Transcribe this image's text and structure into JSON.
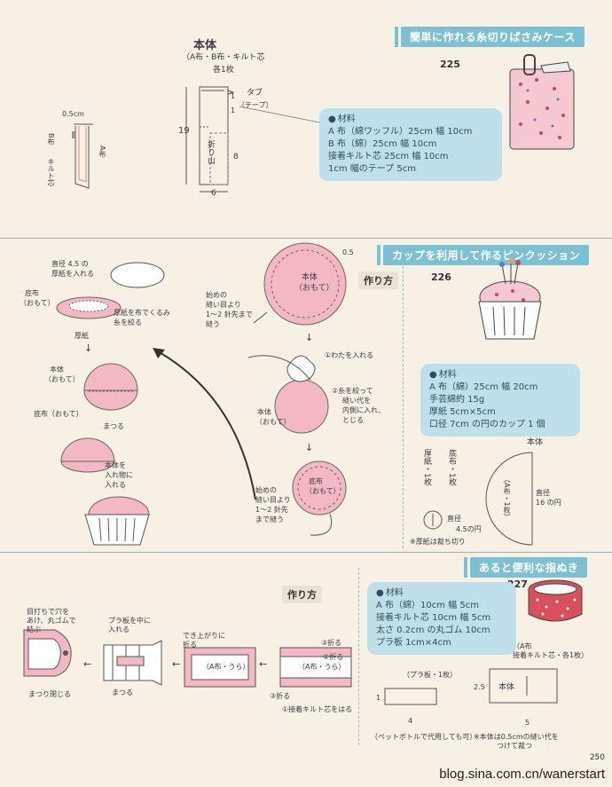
{
  "colors": {
    "accent": "#7cc0d4",
    "materials_bg": "#bfe0ea",
    "pink": "#f3b8c4",
    "paper": "#f6f1e4"
  },
  "section1": {
    "header": "簡単に作れる糸切りばさみケース",
    "number": "225",
    "pattern_title": "本体",
    "pattern_sub1": "（A布・B布・キルト芯",
    "pattern_sub2": "各1枚",
    "tab_label": "タブ",
    "tab_sub": "（テープ）",
    "fold_label": "折り山",
    "dims": {
      "h": "19",
      "w": "6",
      "side": "8",
      "one_a": "1",
      "one_b": "1"
    },
    "cross": {
      "top": "0.5cm",
      "b": "B布",
      "quilt": "キルト芯",
      "a": "A布"
    },
    "materials": {
      "title": "材料",
      "items": [
        "A 布（綿ワッフル）25cm 幅 10cm",
        "B 布（綿）25cm 幅 10cm",
        "接着キルト芯 25cm 幅 10cm",
        "1cm 幅のテープ 5cm"
      ]
    }
  },
  "section2": {
    "header": "カップを利用して作るピンクッション",
    "number": "226",
    "howto": "作り方",
    "circle_label": "本体",
    "circle_sub": "（おもて）",
    "margin_05": "0.5",
    "steps": {
      "cardboard": "直径 4.5 の",
      "cardboard2": "厚紙を入れる",
      "base": "底布",
      "base_sub": "（おもて）",
      "wrap": "厚紙を布でくるみ",
      "wrap2": "糸を絞る",
      "cardboard_lbl": "厚紙",
      "body": "本体",
      "body_sub": "（おもて）",
      "base2": "底布（おもて）",
      "sew": "まつる",
      "insert": "本体を",
      "insert2": "入れ物に",
      "insert3": "入れる",
      "start1": "始めの",
      "start2": "縫い目より",
      "start3": "1～2 針先まで",
      "start4": "縫う",
      "cotton": "①わたを入れる",
      "squeeze1": "②糸を絞って",
      "squeeze2": "縫い代を",
      "squeeze3": "内側に入れ、",
      "squeeze4": "とじる",
      "body3": "本体",
      "body3_sub": "（おもて）",
      "base3": "底布",
      "base3_sub": "（おもて）",
      "start_b1": "始めの",
      "start_b2": "縫い目より",
      "start_b3": "1～2 針先",
      "start_b4": "まで縫う"
    },
    "materials": {
      "title": "材料",
      "items": [
        "A 布（綿）25cm 幅 20cm",
        "手芸綿約 15g",
        "厚紙 5cm×5cm",
        "口径 7cm の円のカップ 1 個"
      ]
    },
    "pattern": {
      "body": "本体",
      "diam": "直径",
      "diam2": "16 の円",
      "a_label": "（A布・1枚）",
      "thick": "厚紙・1枚",
      "base": "底布・1枚",
      "small_diam": "直径",
      "small_diam2": "4.5の円",
      "note": "※厚紙は裁ち切り"
    }
  },
  "section3": {
    "header": "あると便利な指ぬき",
    "number": "227",
    "howto": "作り方",
    "steps": {
      "hole1": "目打ちで穴を",
      "hole2": "あけ、丸ゴムで",
      "hole3": "結ぶ",
      "sew": "まつり閉じる",
      "plate1": "プラ板を中に",
      "plate2": "入れる",
      "sew2": "まつる",
      "fold1": "でき上がりに",
      "fold2": "折る",
      "a_back": "（A布・うら）",
      "a_back2": "（A布・うら）",
      "fold_a": "③折る",
      "fold_b": "②折る",
      "quilt": "①接着キルト芯をはる"
    },
    "materials": {
      "title": "材料",
      "items": [
        "A 布（綿）10cm 幅 5cm",
        "接着キルト芯 10cm 幅 5cm",
        "太さ 0.2cm の丸ゴム 10cm",
        "プラ板 1cm×4cm"
      ]
    },
    "pattern": {
      "plate": "（プラ板・1枚）",
      "plate_h": "1",
      "plate_w": "4",
      "plate_note": "（ペットボトルで代用しても可）",
      "a_label1": "（A布",
      "a_label2": "接着キルト芯・各1枚）",
      "body": "本体",
      "h": "2.5",
      "w": "5",
      "note": "※本体は0.5cmの縫い代を",
      "note2": "つけて裁つ"
    }
  },
  "footer": {
    "page": "250",
    "url": "blog.sina.com.cn/wanerstart"
  }
}
